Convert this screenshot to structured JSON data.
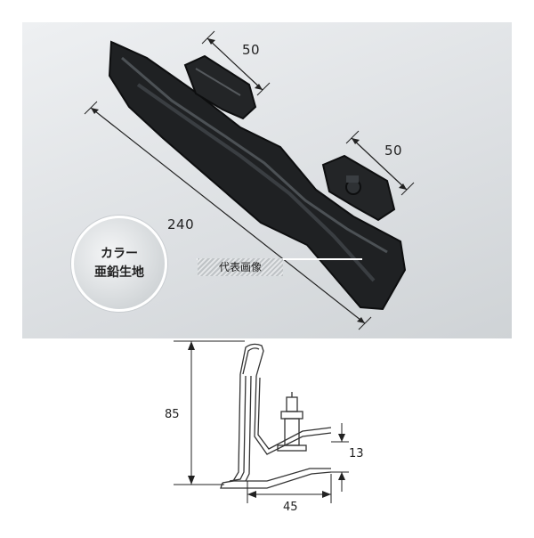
{
  "photo": {
    "dimensions": {
      "upper_width": "50",
      "lower_width": "50",
      "length": "240"
    },
    "color_badge": {
      "title": "カラー",
      "finish": "亜鉛生地"
    },
    "representative_label": "代表画像"
  },
  "diagram": {
    "dimensions": {
      "height": "85",
      "lip_height": "13",
      "base_width": "45"
    }
  }
}
